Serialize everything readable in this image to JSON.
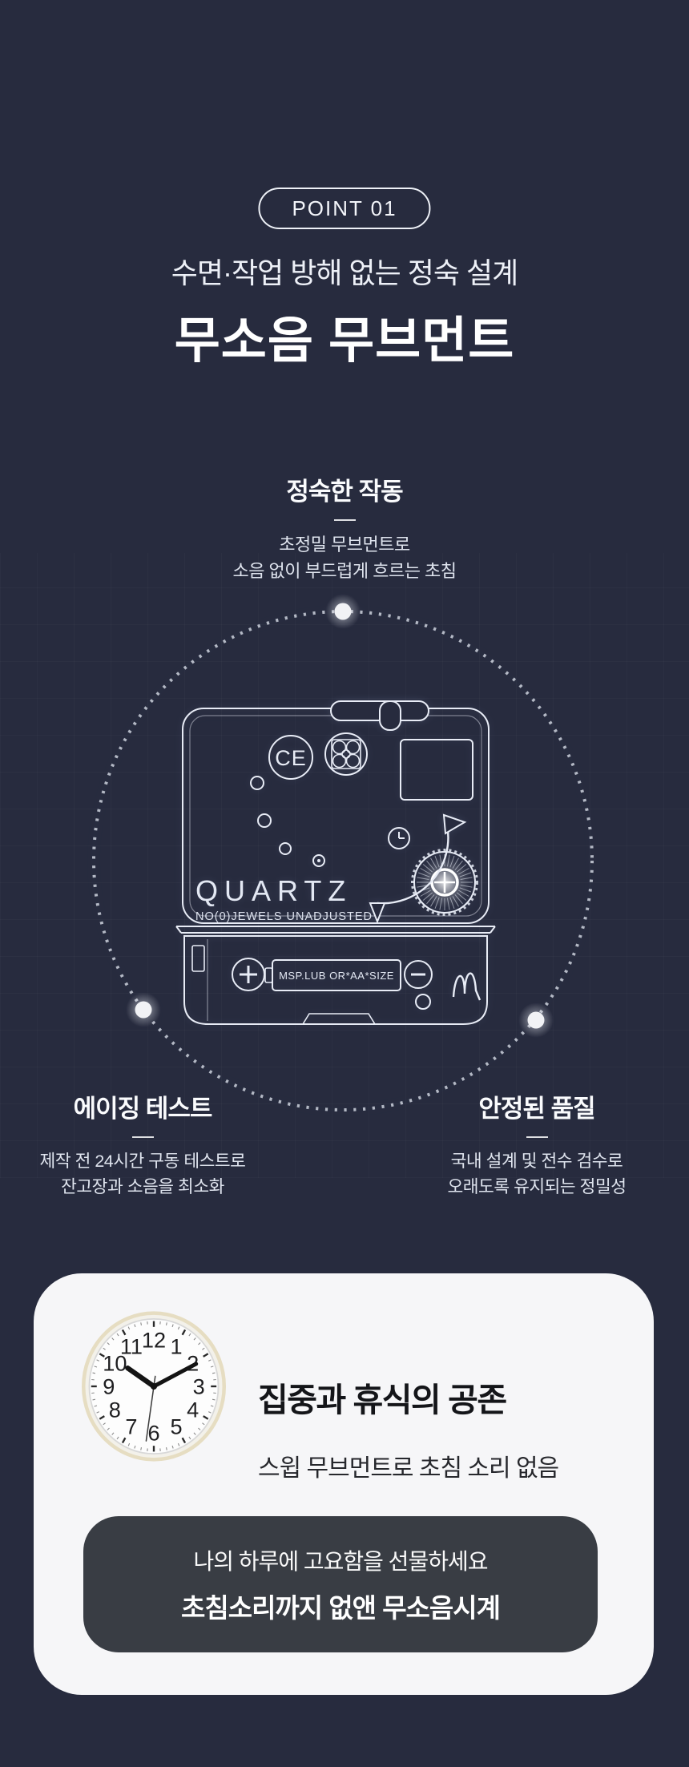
{
  "colors": {
    "background": "#272b3e",
    "card_bg": "#f6f6f8",
    "banner_bg": "#393d44",
    "blueprint_line": "#e8ecf6",
    "clock_rim_cream": "#e8dfc2"
  },
  "badge": {
    "label": "POINT 01"
  },
  "hero": {
    "subtitle": "수면·작업 방해 없는 정숙 설계",
    "title": "무소음 무브먼트"
  },
  "quiet_section": {
    "heading": "정숙한 작동",
    "line1": "초정밀 무브먼트로",
    "line2": "소음 없이 부드럽게 흐르는 초침"
  },
  "blueprint": {
    "brand": "QUARTZ",
    "spec": "NO(0)JEWELS UNADJUSTED",
    "battery": "MSP.LUB OR*AA*SIZE",
    "ce": "CE"
  },
  "aging_section": {
    "heading": "에이징 테스트",
    "line1": "제작 전 24시간 구동 테스트로",
    "line2": "잔고장과 소음을 최소화"
  },
  "quality_section": {
    "heading": "안정된 품질",
    "line1": "국내 설계 및 전수 검수로",
    "line2": "오래도록 유지되는 정밀성"
  },
  "bottom_card": {
    "title": "집중과 휴식의 공존",
    "subtitle": "스윕 무브먼트로 초침 소리 없음",
    "banner_line1": "나의 하루에 고요함을 선물하세요",
    "banner_line2": "초침소리까지 없앤 무소음시계"
  },
  "clock": {
    "numbers": [
      "12",
      "1",
      "2",
      "3",
      "4",
      "5",
      "6",
      "7",
      "8",
      "9",
      "10",
      "11"
    ],
    "time": {
      "hour_angle": 305,
      "minute_angle": 62,
      "second_angle": 188
    }
  }
}
